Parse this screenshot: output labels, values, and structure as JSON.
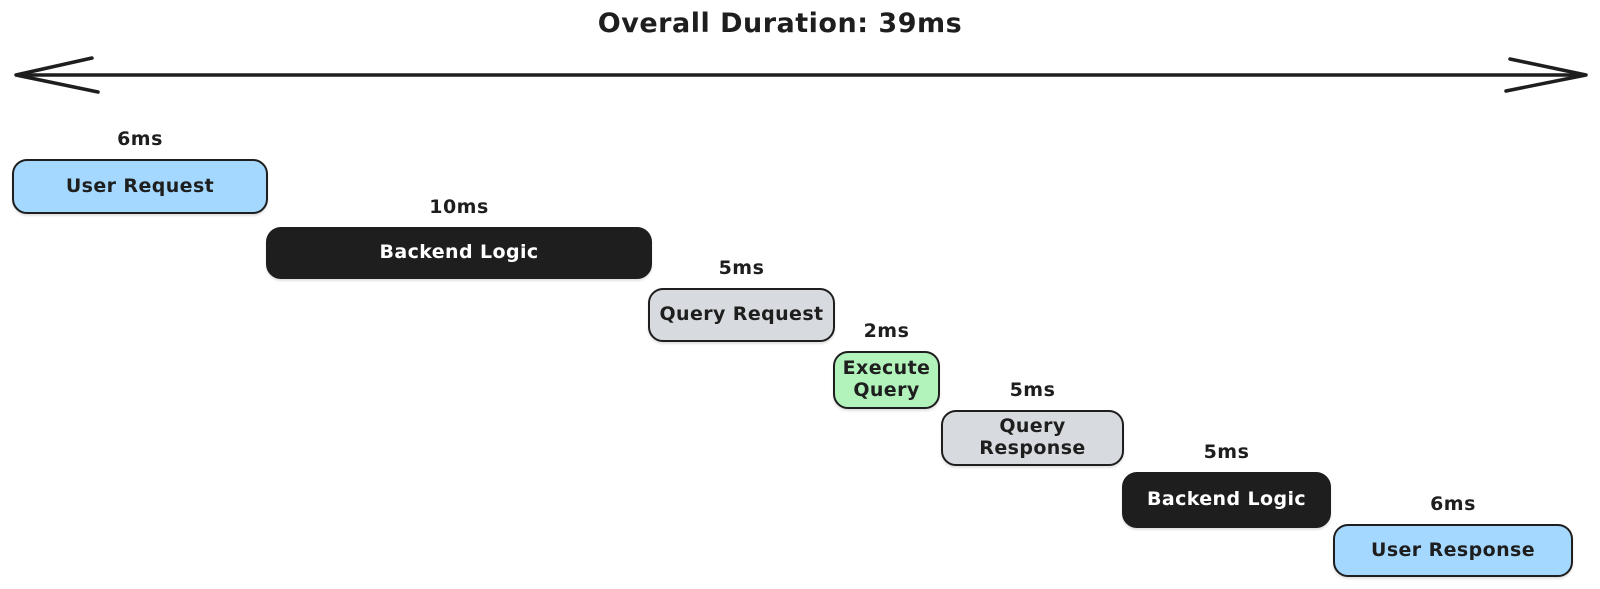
{
  "title": "Overall Duration: 39ms",
  "overall_duration_ms": 39,
  "palette": {
    "ink": "#1e1e1e",
    "blue": "#a5d8ff",
    "green": "#b2f2bb",
    "gray": "#d7dade",
    "dark": "#1e1e1e",
    "background": "#ffffff"
  },
  "stages": [
    {
      "label": "User Request",
      "duration": "6ms",
      "fill": "#a5d8ff",
      "text_color": "#1e1e1e"
    },
    {
      "label": "Backend Logic",
      "duration": "10ms",
      "fill": "#1e1e1e",
      "text_color": "#ffffff"
    },
    {
      "label": "Query Request",
      "duration": "5ms",
      "fill": "#d7dade",
      "text_color": "#1e1e1e"
    },
    {
      "label": "Execute Query",
      "duration": "2ms",
      "fill": "#b2f2bb",
      "text_color": "#1e1e1e"
    },
    {
      "label": "Query Response",
      "duration": "5ms",
      "fill": "#d7dade",
      "text_color": "#1e1e1e"
    },
    {
      "label": "Backend Logic",
      "duration": "5ms",
      "fill": "#1e1e1e",
      "text_color": "#ffffff"
    },
    {
      "label": "User Response",
      "duration": "6ms",
      "fill": "#a5d8ff",
      "text_color": "#1e1e1e"
    }
  ]
}
